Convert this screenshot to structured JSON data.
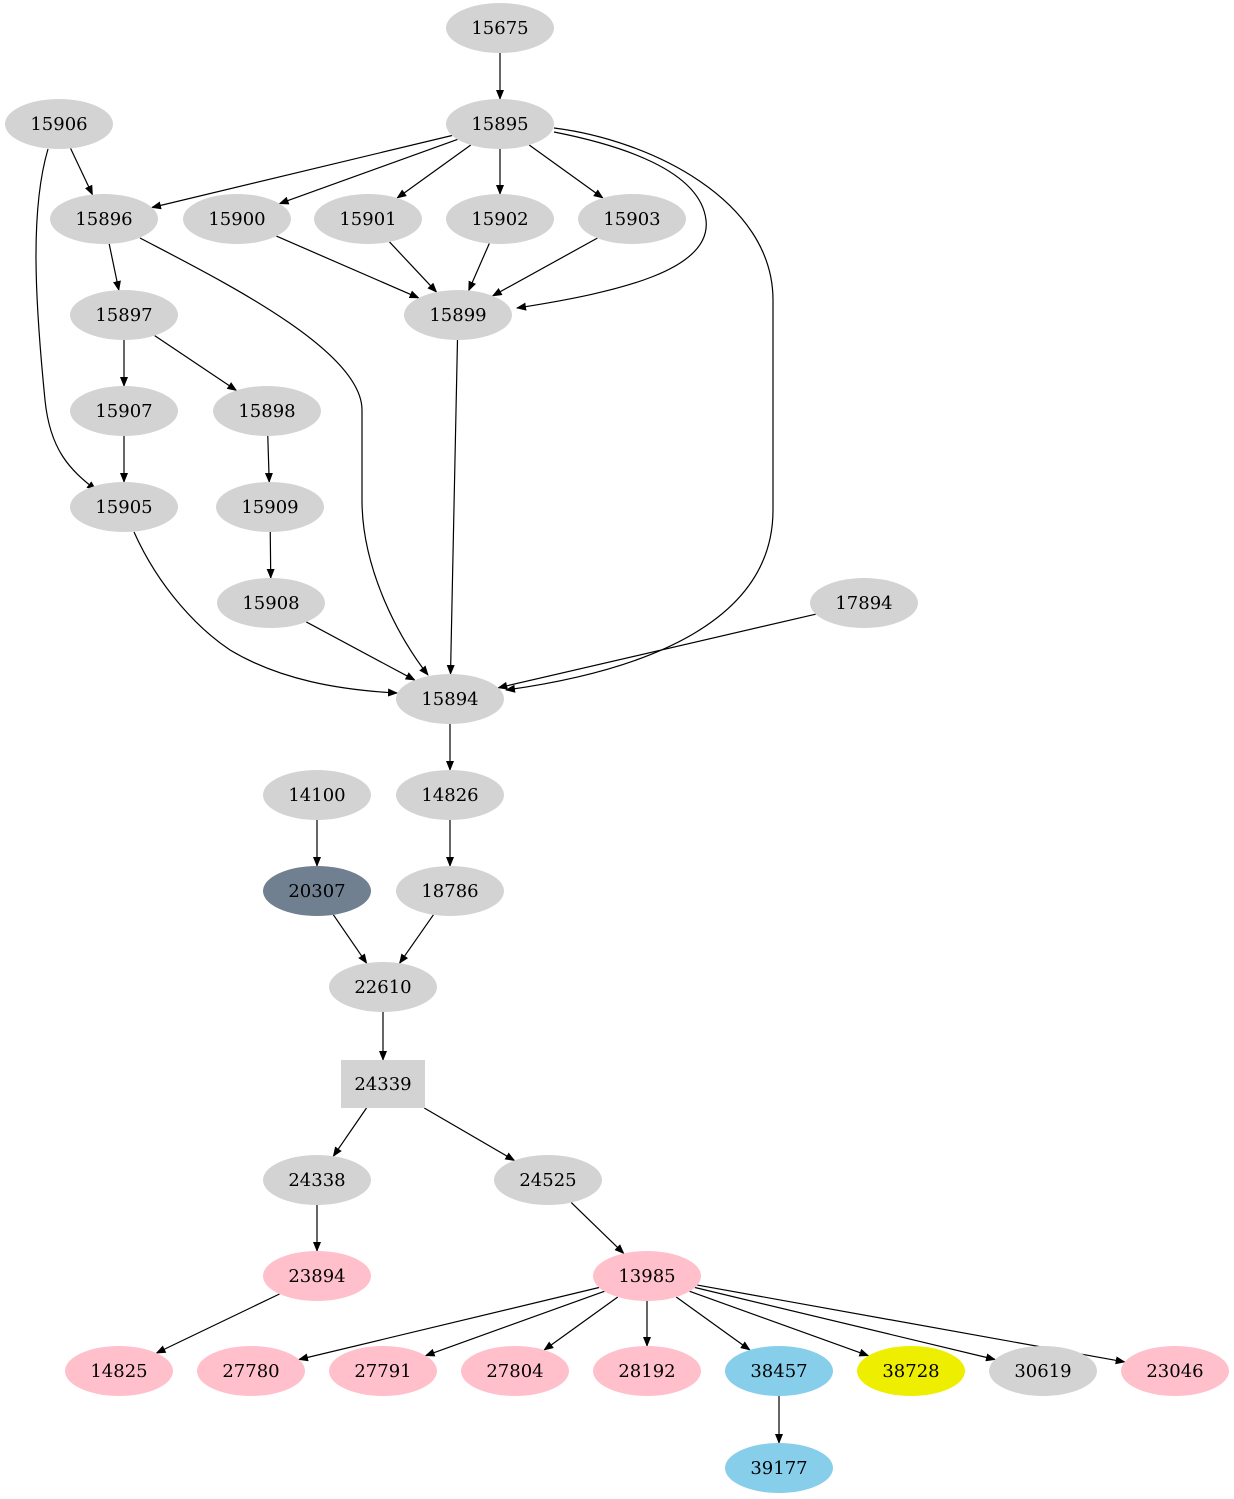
{
  "colors": {
    "default": "#d3d3d3",
    "pink": "#ffc0cb",
    "skyblue": "#87ceeb",
    "yellow": "#eeee00",
    "slategray": "#708090"
  },
  "nodes": [
    {
      "id": "15675",
      "color": "default"
    },
    {
      "id": "15906",
      "color": "default"
    },
    {
      "id": "15895",
      "color": "default"
    },
    {
      "id": "15896",
      "color": "default"
    },
    {
      "id": "15900",
      "color": "default"
    },
    {
      "id": "15901",
      "color": "default"
    },
    {
      "id": "15902",
      "color": "default"
    },
    {
      "id": "15903",
      "color": "default"
    },
    {
      "id": "15897",
      "color": "default"
    },
    {
      "id": "15899",
      "color": "default"
    },
    {
      "id": "15907",
      "color": "default"
    },
    {
      "id": "15898",
      "color": "default"
    },
    {
      "id": "15905",
      "color": "default"
    },
    {
      "id": "15909",
      "color": "default"
    },
    {
      "id": "15908",
      "color": "default"
    },
    {
      "id": "17894",
      "color": "default"
    },
    {
      "id": "15894",
      "color": "default"
    },
    {
      "id": "14100",
      "color": "default"
    },
    {
      "id": "14826",
      "color": "default"
    },
    {
      "id": "20307",
      "color": "slategray"
    },
    {
      "id": "18786",
      "color": "default"
    },
    {
      "id": "22610",
      "color": "default"
    },
    {
      "id": "24339",
      "color": "default",
      "shape": "box"
    },
    {
      "id": "24338",
      "color": "default"
    },
    {
      "id": "24525",
      "color": "default"
    },
    {
      "id": "23894",
      "color": "pink"
    },
    {
      "id": "13985",
      "color": "pink"
    },
    {
      "id": "14825",
      "color": "pink"
    },
    {
      "id": "27780",
      "color": "pink"
    },
    {
      "id": "27791",
      "color": "pink"
    },
    {
      "id": "27804",
      "color": "pink"
    },
    {
      "id": "28192",
      "color": "pink"
    },
    {
      "id": "38457",
      "color": "skyblue"
    },
    {
      "id": "38728",
      "color": "yellow"
    },
    {
      "id": "30619",
      "color": "default"
    },
    {
      "id": "23046",
      "color": "pink"
    },
    {
      "id": "39177",
      "color": "skyblue"
    }
  ],
  "edges": [
    [
      "15675",
      "15895"
    ],
    [
      "15906",
      "15896"
    ],
    [
      "15906",
      "15905"
    ],
    [
      "15895",
      "15896"
    ],
    [
      "15895",
      "15900"
    ],
    [
      "15895",
      "15901"
    ],
    [
      "15895",
      "15902"
    ],
    [
      "15895",
      "15903"
    ],
    [
      "15895",
      "15899"
    ],
    [
      "15895",
      "15894"
    ],
    [
      "15896",
      "15897"
    ],
    [
      "15896",
      "15894"
    ],
    [
      "15900",
      "15899"
    ],
    [
      "15901",
      "15899"
    ],
    [
      "15902",
      "15899"
    ],
    [
      "15903",
      "15899"
    ],
    [
      "15897",
      "15907"
    ],
    [
      "15897",
      "15898"
    ],
    [
      "15899",
      "15894"
    ],
    [
      "15907",
      "15905"
    ],
    [
      "15898",
      "15909"
    ],
    [
      "15905",
      "15894"
    ],
    [
      "15909",
      "15908"
    ],
    [
      "15908",
      "15894"
    ],
    [
      "17894",
      "15894"
    ],
    [
      "15894",
      "14826"
    ],
    [
      "14100",
      "20307"
    ],
    [
      "14826",
      "18786"
    ],
    [
      "20307",
      "22610"
    ],
    [
      "18786",
      "22610"
    ],
    [
      "22610",
      "24339"
    ],
    [
      "24339",
      "24338"
    ],
    [
      "24339",
      "24525"
    ],
    [
      "24338",
      "23894"
    ],
    [
      "24525",
      "13985"
    ],
    [
      "23894",
      "14825"
    ],
    [
      "13985",
      "27780"
    ],
    [
      "13985",
      "27791"
    ],
    [
      "13985",
      "27804"
    ],
    [
      "13985",
      "28192"
    ],
    [
      "13985",
      "38457"
    ],
    [
      "13985",
      "38728"
    ],
    [
      "13985",
      "30619"
    ],
    [
      "13985",
      "23046"
    ],
    [
      "38457",
      "39177"
    ]
  ]
}
